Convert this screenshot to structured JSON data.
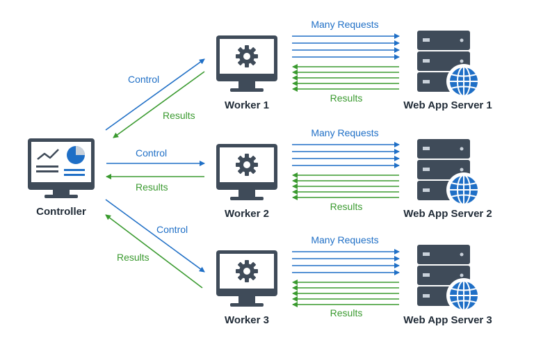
{
  "controller": {
    "label": "Controller",
    "icon": "dashboard-monitor-icon"
  },
  "workers": [
    {
      "label": "Worker 1",
      "icon": "gear-monitor-icon"
    },
    {
      "label": "Worker 2",
      "icon": "gear-monitor-icon"
    },
    {
      "label": "Worker 3",
      "icon": "gear-monitor-icon"
    }
  ],
  "servers": [
    {
      "label": "Web App Server 1",
      "icon": "server-globe-icon"
    },
    {
      "label": "Web App Server 2",
      "icon": "server-globe-icon"
    },
    {
      "label": "Web App Server 3",
      "icon": "server-globe-icon"
    }
  ],
  "edges": {
    "control_label": "Control",
    "results_label": "Results",
    "many_requests_label": "Many Requests"
  },
  "colors": {
    "blue": "#1f6fc6",
    "green": "#3a9a2f",
    "dark": "#3f4b59"
  }
}
